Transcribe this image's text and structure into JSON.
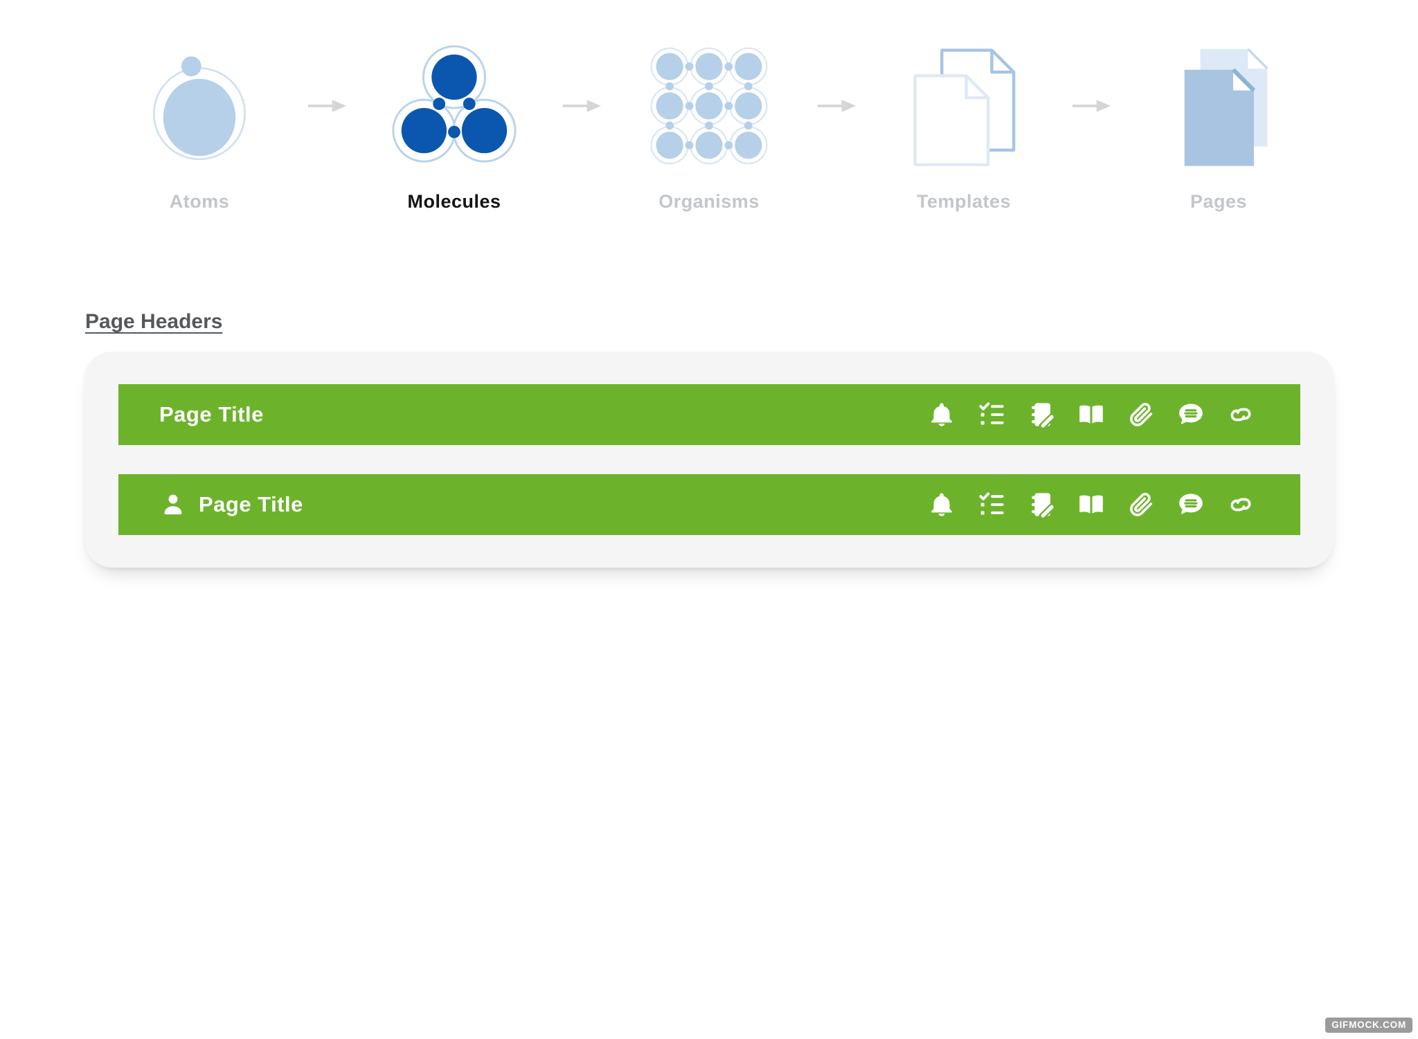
{
  "stages": {
    "items": [
      {
        "label": "Atoms",
        "icon": "atom-icon",
        "active": false
      },
      {
        "label": "Molecules",
        "icon": "molecule-icon",
        "active": true
      },
      {
        "label": "Organisms",
        "icon": "organism-grid-icon",
        "active": false
      },
      {
        "label": "Templates",
        "icon": "template-pages-icon",
        "active": false
      },
      {
        "label": "Pages",
        "icon": "pages-filled-icon",
        "active": false
      }
    ],
    "separator_icon": "arrow-right-icon"
  },
  "section": {
    "title": "Page Headers"
  },
  "card": {
    "headers": [
      {
        "title": "Page Title",
        "leading_icon": null,
        "action_icons": [
          "bell",
          "list-check",
          "notebook-pen",
          "book-open",
          "paperclip",
          "comment",
          "link"
        ]
      },
      {
        "title": "Page Title",
        "leading_icon": "person",
        "action_icons": [
          "bell",
          "list-check",
          "notebook-pen",
          "book-open",
          "paperclip",
          "comment",
          "link"
        ]
      }
    ]
  },
  "watermark": {
    "label": "GIFMOCK.COM"
  },
  "colors": {
    "accent_green": "#6cb32b",
    "blue_dark": "#0b57b0",
    "blue_light": "#b5d0e8",
    "card_background": "#f5f5f6",
    "inactive_label": "#c3c6ca",
    "heading": "#55595d"
  }
}
